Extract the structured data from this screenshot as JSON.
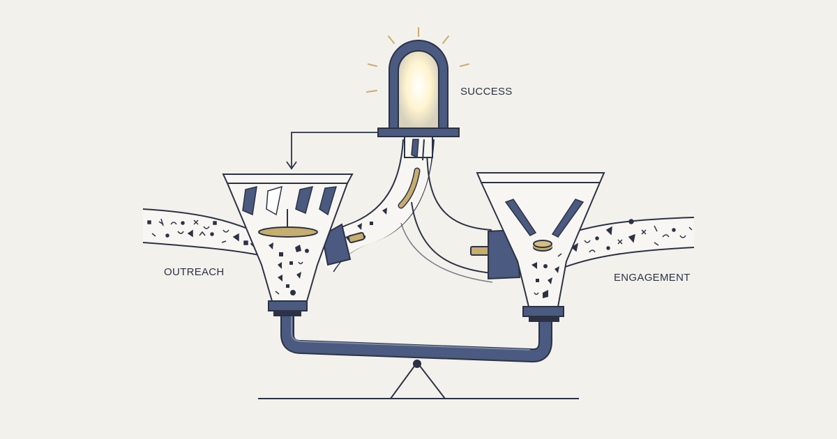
{
  "labels": {
    "success": "SUCCESS",
    "outreach": "OUTREACH",
    "engagement": "ENGAGEMENT"
  },
  "colors": {
    "background": "#f3f1ec",
    "ink": "#2c3244",
    "navy": "#4a5a80",
    "gold": "#c7ad6e",
    "glow": "#fff6d8"
  }
}
